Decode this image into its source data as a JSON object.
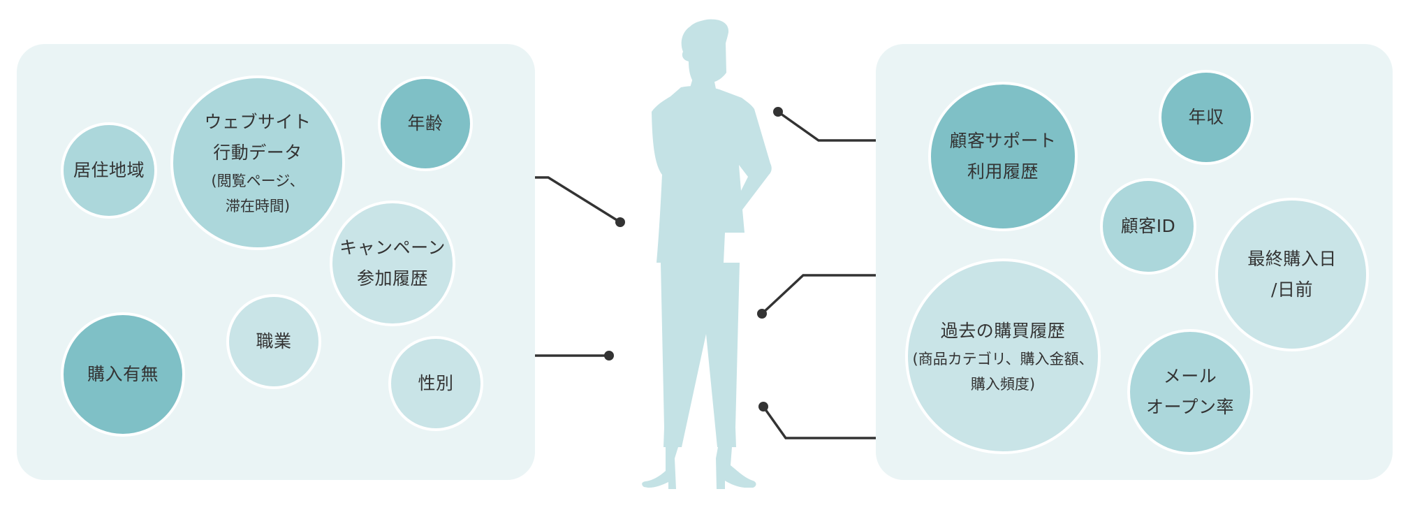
{
  "colors": {
    "background": "#ffffff",
    "panel": "#eaf4f5",
    "bubble_dark": "#7fc0c6",
    "bubble_mid": "#acd7db",
    "bubble_light": "#c9e4e7",
    "connector": "#333333",
    "figure": "#c4e2e5",
    "text": "#333333"
  },
  "left_panel": {
    "bubbles": [
      {
        "id": "residence",
        "lines": [
          "居住地域"
        ],
        "sub": []
      },
      {
        "id": "web-behavior",
        "lines": [
          "ウェブサイト",
          "行動データ"
        ],
        "sub": [
          "(閲覧ページ、",
          "滞在時間)"
        ]
      },
      {
        "id": "age",
        "lines": [
          "年齢"
        ],
        "sub": []
      },
      {
        "id": "campaign",
        "lines": [
          "キャンペーン",
          "参加履歴"
        ],
        "sub": []
      },
      {
        "id": "purchase-flag",
        "lines": [
          "購入有無"
        ],
        "sub": []
      },
      {
        "id": "occupation",
        "lines": [
          "職業"
        ],
        "sub": []
      },
      {
        "id": "gender",
        "lines": [
          "性別"
        ],
        "sub": []
      }
    ]
  },
  "right_panel": {
    "bubbles": [
      {
        "id": "support-history",
        "lines": [
          "顧客サポート",
          "利用履歴"
        ],
        "sub": []
      },
      {
        "id": "income",
        "lines": [
          "年収"
        ],
        "sub": []
      },
      {
        "id": "customer-id",
        "lines": [
          "顧客ID"
        ],
        "sub": []
      },
      {
        "id": "last-purchase",
        "lines": [
          "最終購入日",
          "/日前"
        ],
        "sub": []
      },
      {
        "id": "purchase-history",
        "lines": [
          "過去の購買履歴"
        ],
        "sub": [
          "(商品カテゴリ、購入金額、",
          "購入頻度)"
        ]
      },
      {
        "id": "email-open",
        "lines": [
          "メール",
          "オープン率"
        ],
        "sub": []
      }
    ]
  },
  "center": {
    "figure_icon": "person-silhouette-icon",
    "connectors": 5
  }
}
